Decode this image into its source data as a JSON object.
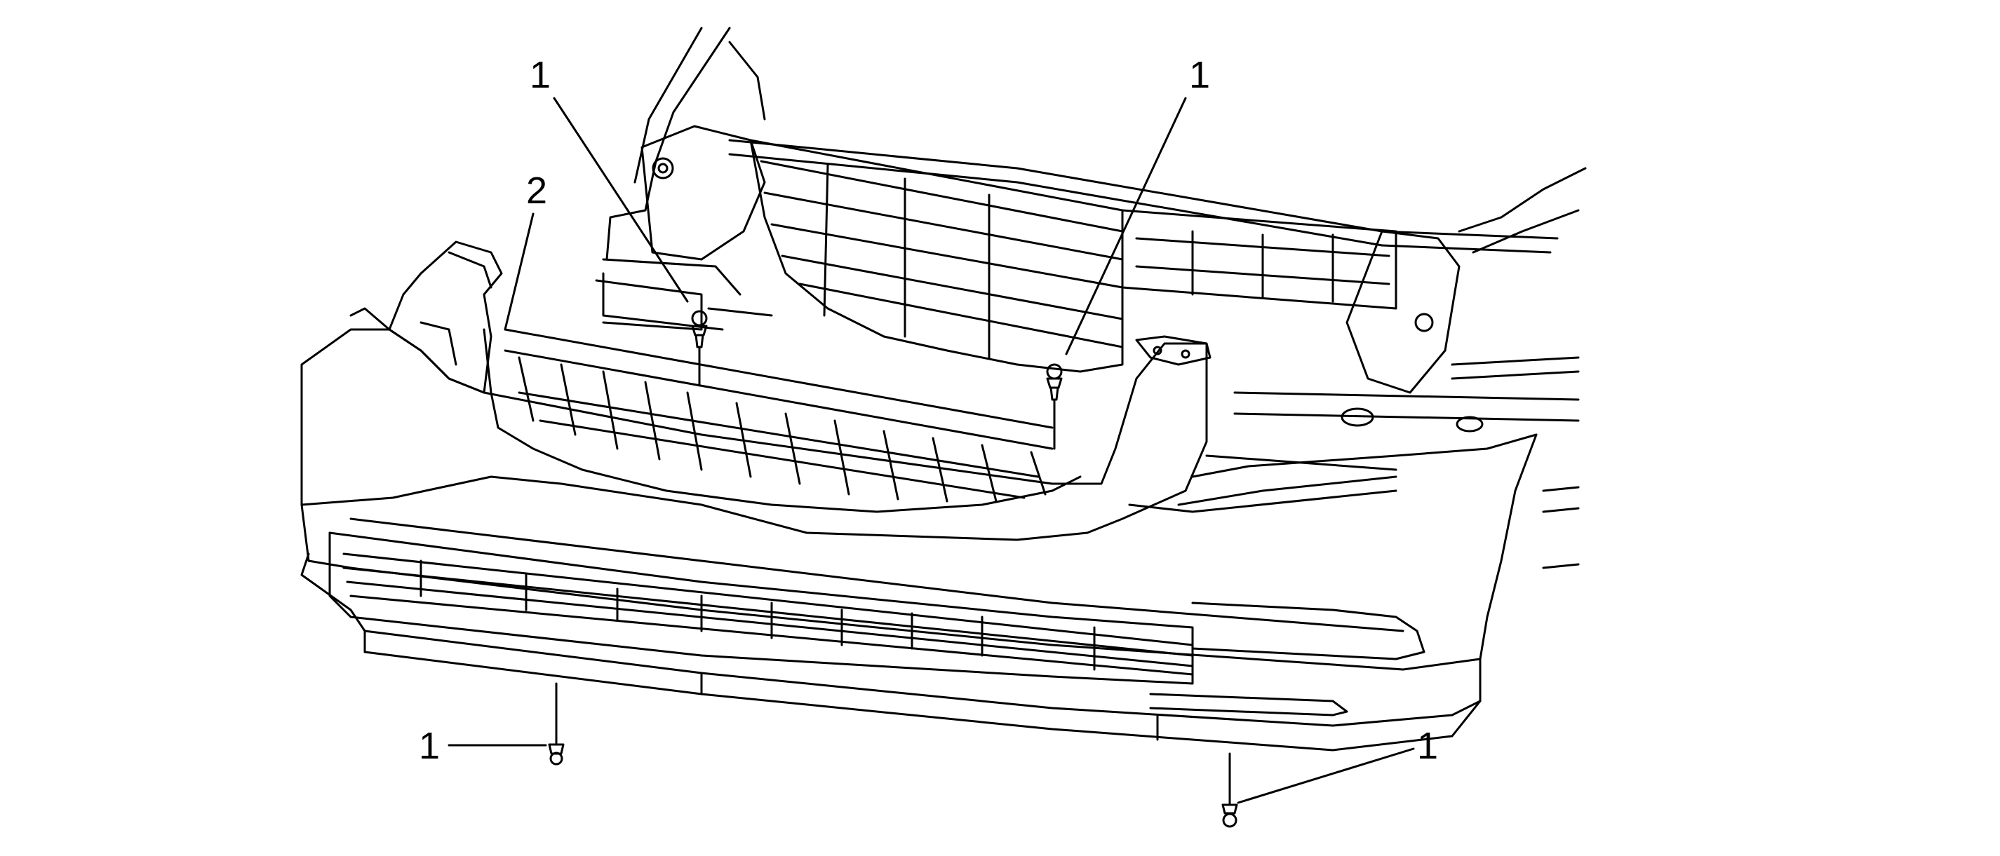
{
  "diagram": {
    "callouts": [
      {
        "id": "fastener-top-left",
        "label": "1"
      },
      {
        "id": "fastener-top-right",
        "label": "1"
      },
      {
        "id": "fascia",
        "label": "2"
      },
      {
        "id": "fastener-bottom-left",
        "label": "1"
      },
      {
        "id": "fastener-bottom-right",
        "label": "1"
      }
    ],
    "colors": {
      "line": "#000000",
      "background": "#ffffff"
    }
  }
}
